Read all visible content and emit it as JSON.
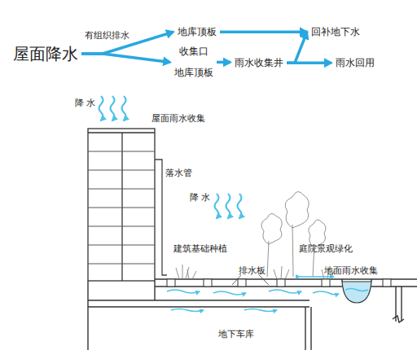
{
  "diagram": {
    "nodes": [
      {
        "text": [
          "屋面降水"
        ]
      },
      {
        "text": [
          "地库顶板"
        ]
      },
      {
        "text": [
          "回补地下水"
        ]
      },
      {
        "text": [
          "收集口",
          "地库顶板"
        ]
      },
      {
        "text": [
          "雨水收集井"
        ]
      },
      {
        "text": [
          "雨水回用"
        ]
      }
    ],
    "edges": [
      {
        "from": 0,
        "to": 1,
        "arrow": "to",
        "label": "有组织排水"
      },
      {
        "from": 0,
        "to": 3,
        "arrow": "to"
      },
      {
        "from": 1,
        "to": 2,
        "arrow": "to"
      },
      {
        "from": 3,
        "to": 4,
        "arrow": "to"
      },
      {
        "from": 4,
        "to": 2,
        "arrow": "to"
      },
      {
        "from": 4,
        "to": 5,
        "arrow": "to"
      }
    ],
    "labels": [
      "降 水",
      "屋面雨水收集",
      "落水管",
      "降 水",
      "建筑基础种植",
      "庭院景观绿化",
      "排水板",
      "地面雨水收集",
      "地下车库"
    ]
  }
}
